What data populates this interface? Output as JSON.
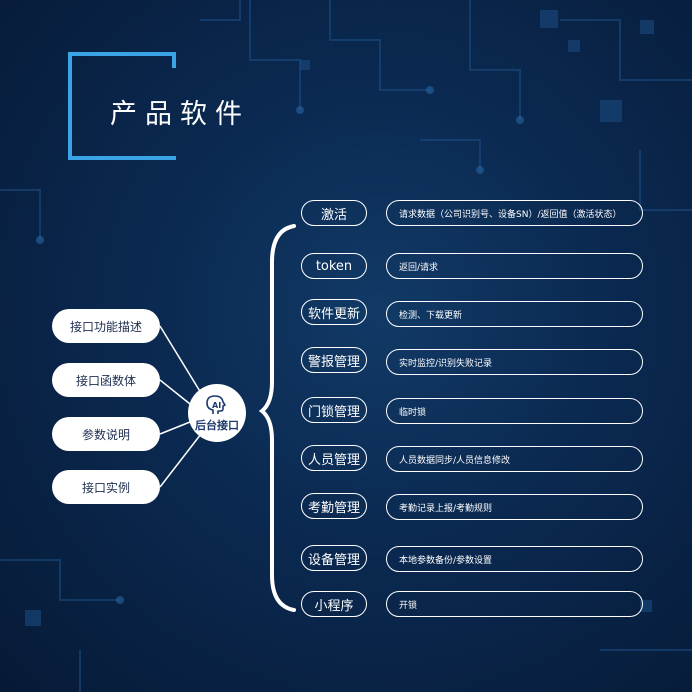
{
  "title": "产品软件",
  "hub": {
    "label": "后台接口",
    "icon": "ai-head-icon"
  },
  "left_items": [
    "接口功能描述",
    "接口函数体",
    "参数说明",
    "接口实例"
  ],
  "categories": [
    {
      "name": "激活",
      "desc": "请求数据（公司识别号、设备SN）/返回值（激活状态）"
    },
    {
      "name": "token",
      "desc": "返回/请求"
    },
    {
      "name": "软件更新",
      "desc": "检测、下载更新"
    },
    {
      "name": "警报管理",
      "desc": "实时监控/识别失败记录"
    },
    {
      "name": "门锁管理",
      "desc": "临时锁"
    },
    {
      "name": "人员管理",
      "desc": "人员数据同步/人员信息修改"
    },
    {
      "name": "考勤管理",
      "desc": "考勤记录上报/考勤规则"
    },
    {
      "name": "设备管理",
      "desc": "本地参数备份/参数设置"
    },
    {
      "name": "小程序",
      "desc": "开锁"
    }
  ],
  "colors": {
    "accent": "#3aa4e6",
    "background": "#0b2a52",
    "pill": "#ffffff"
  }
}
